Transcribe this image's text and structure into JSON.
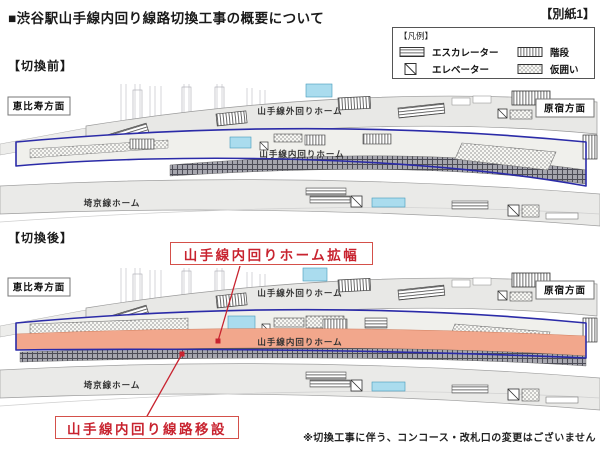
{
  "page": {
    "title": "■渋谷駅山手線内回り線路切換工事の概要について",
    "attachment_label": "【別紙1】",
    "footnote": "※切換工事に伴う、コンコース・改札口の変更はございません"
  },
  "legend": {
    "title": "【凡例】",
    "items": [
      {
        "icon": "escalator-icon",
        "label": "エスカレーター"
      },
      {
        "icon": "stairs-icon",
        "label": "階段"
      },
      {
        "icon": "elevator-icon",
        "label": "エレベーター"
      },
      {
        "icon": "enclosure-icon",
        "label": "仮囲い"
      }
    ]
  },
  "sections": {
    "before": {
      "heading": "【切換前】",
      "direction_left": "恵比寿方面",
      "direction_right": "原宿方面",
      "labels": {
        "outer_platform": "山手線外回りホーム",
        "inner_platform": "山手線内回りホーム",
        "saikyo_platform": "埼京線ホーム"
      }
    },
    "after": {
      "heading": "【切換後】",
      "direction_left": "恵比寿方面",
      "direction_right": "原宿方面",
      "labels": {
        "outer_platform": "山手線外回りホーム",
        "inner_platform": "山手線内回りホーム",
        "saikyo_platform": "埼京線ホーム"
      },
      "annotations": [
        {
          "text": "山手線内回りホーム拡幅",
          "color": "#c8232f"
        },
        {
          "text": "山手線内回り線路移設",
          "color": "#c8232f"
        }
      ]
    }
  },
  "colors": {
    "annotation_red": "#c8232f",
    "platform_outline_blue": "#2b2ba8",
    "widened_platform_pink": "#f2a78c",
    "highlight_cyan": "#aadcee",
    "platform_gray": "#e8e8e6"
  }
}
